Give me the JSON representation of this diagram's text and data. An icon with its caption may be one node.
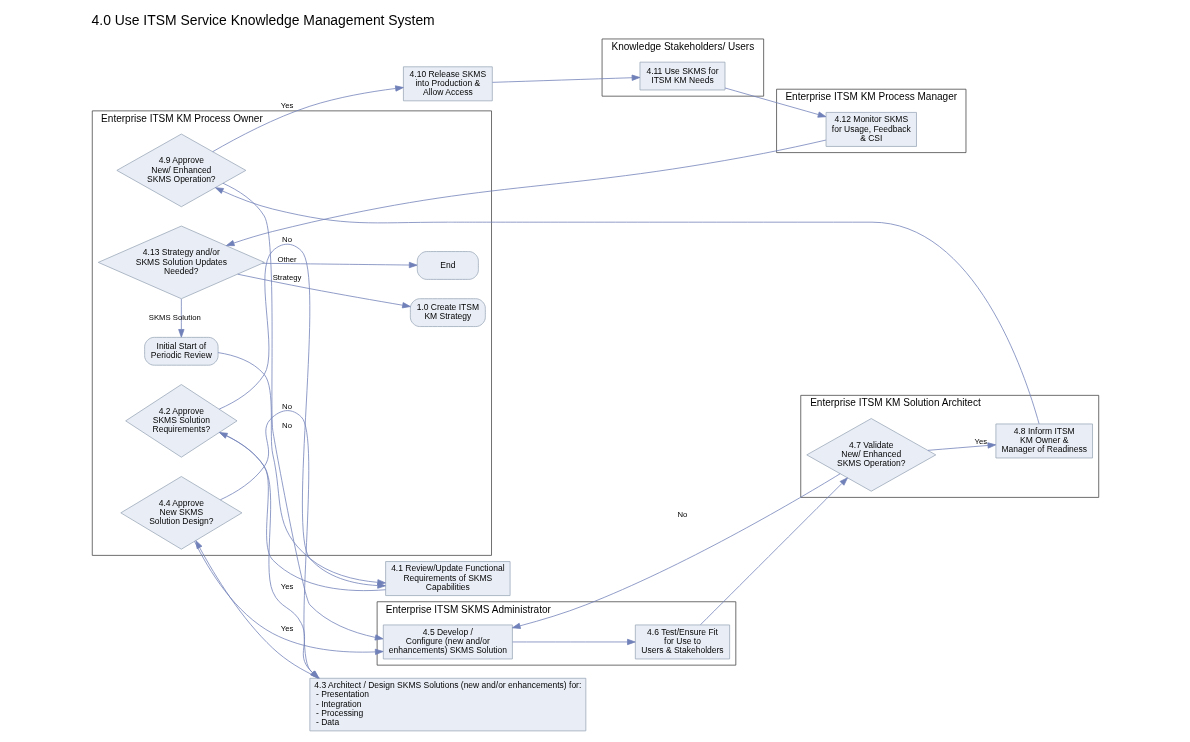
{
  "diagram": {
    "title": "4.0 Use ITSM Service Knowledge Management System",
    "nodes": [
      {
        "text": [
          "Enterprise ITSM KM Process Owner"
        ]
      },
      {
        "text": [
          "Enterprise ITSM KM Process Manager"
        ]
      },
      {
        "text": [
          "Enterprise ITSM KM Solution Architect"
        ]
      },
      {
        "text": [
          "Enterprise ITSM SKMS Administrator"
        ]
      },
      {
        "text": [
          "Knowledge Stakeholders/ Users"
        ]
      },
      {
        "text": [
          "Initial Start of Periodic Review"
        ],
        "in": 0
      },
      {
        "text": [
          "4.1 Review/Update Functional Requirements of SKMS Capabilities"
        ]
      },
      {
        "text": [
          "4.2 Approve SKMS Solution Requirements?"
        ],
        "in": 0
      },
      {
        "text": [
          "4.3 Architect / Design SKMS Solutions (new and/or enhancements) for:",
          "- Presentation",
          "- Integration",
          "- Processing",
          "- Data"
        ]
      },
      {
        "text": [
          "4.4 Approve New SKMS Solution Design?"
        ],
        "in": 0
      },
      {
        "text": [
          "4.5 Develop / Configure (new and/or enhancements) SKMS Solution"
        ],
        "in": 3
      },
      {
        "text": [
          "4.6 Test/Ensure Fit for Use to Users & Stakeholders"
        ],
        "in": 3
      },
      {
        "text": [
          "4.7 Validate New/ Enhanced SKMS Operation?"
        ],
        "in": 2
      },
      {
        "text": [
          "4.8 Inform ITSM KM Owner & Manager of Readiness"
        ],
        "in": 2
      },
      {
        "text": [
          "4.9 Approve New/ Enhanced SKMS Operation?"
        ],
        "in": 0
      },
      {
        "text": [
          "4.10 Release SKMS into Production & Allow Access"
        ]
      },
      {
        "text": [
          "4.11 Use SKMS for ITSM KM Needs"
        ],
        "in": 4
      },
      {
        "text": [
          "4.12 Monitor SKMS for Usage, Feedback & CSI"
        ],
        "in": 1
      },
      {
        "text": [
          "4.13 Strategy and/or SKMS Solution Updates Needed?"
        ],
        "in": 0
      },
      {
        "text": [
          "1.0 Create ITSM KM Strategy"
        ],
        "in": 0
      },
      {
        "text": [
          "End"
        ],
        "in": 0
      }
    ],
    "edges": [
      {
        "from": 5,
        "to": 6,
        "arrow": "to"
      },
      {
        "from": 6,
        "to": 7,
        "arrow": "to"
      },
      {
        "from": 7,
        "to": 6,
        "arrow": "to",
        "label": "No"
      },
      {
        "from": 7,
        "to": 8,
        "arrow": "to",
        "label": "Yes"
      },
      {
        "from": 9,
        "to": 8,
        "arrow": "to",
        "label": "No"
      },
      {
        "from": 8,
        "to": 9,
        "arrow": "to"
      },
      {
        "from": 9,
        "to": 10,
        "arrow": "to",
        "label": "Yes"
      },
      {
        "from": 14,
        "to": 10,
        "arrow": "to",
        "label": "No"
      },
      {
        "from": 12,
        "to": 10,
        "arrow": "to",
        "label": "No"
      },
      {
        "from": 10,
        "to": 11,
        "arrow": "to"
      },
      {
        "from": 11,
        "to": 12,
        "arrow": "to"
      },
      {
        "from": 12,
        "to": 13,
        "arrow": "to",
        "label": "Yes"
      },
      {
        "from": 13,
        "to": 14,
        "arrow": "to"
      },
      {
        "from": 14,
        "to": 15,
        "arrow": "to",
        "label": "Yes"
      },
      {
        "from": 15,
        "to": 16,
        "arrow": "to"
      },
      {
        "from": 16,
        "to": 17,
        "arrow": "to"
      },
      {
        "from": 17,
        "to": 18,
        "arrow": "to"
      },
      {
        "from": 18,
        "to": 19,
        "arrow": "to",
        "label": "Strategy"
      },
      {
        "from": 18,
        "to": 20,
        "arrow": "to",
        "label": "Other"
      },
      {
        "from": 18,
        "to": 5,
        "arrow": "to",
        "label": "SKMS Solution"
      }
    ]
  }
}
